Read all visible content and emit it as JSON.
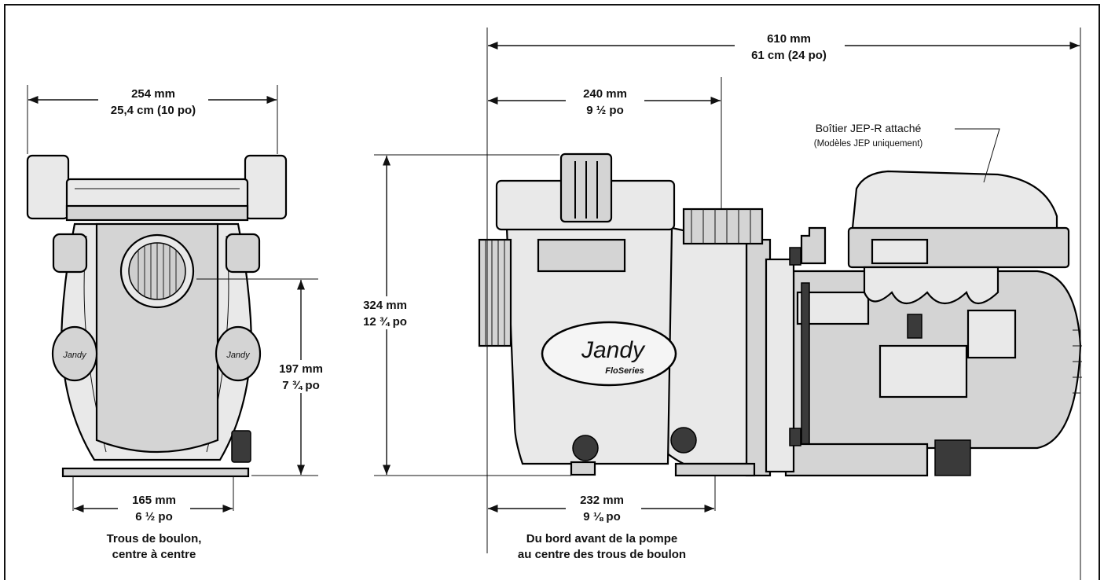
{
  "front_view": {
    "width_dim": {
      "line1": "254 mm",
      "line2": "25,4 cm (10 po)"
    },
    "height_dim": {
      "line1": "197 mm",
      "line2": "7 ¾ po"
    },
    "bolt_dim": {
      "line1": "165 mm",
      "line2": "6 ½ po"
    },
    "bolt_caption": {
      "line1": "Trous de boulon,",
      "line2": "centre à centre"
    }
  },
  "side_view": {
    "total_dim": {
      "line1": "610 mm",
      "line2": "61 cm (24 po)"
    },
    "pot_dim": {
      "line1": "240 mm",
      "line2": "9 ½ po"
    },
    "height_dim": {
      "line1": "324 mm",
      "line2": "12 ¾ po"
    },
    "bolt_dim": {
      "line1": "232 mm",
      "line2": "9 ⅛ po"
    },
    "bolt_caption": {
      "line1": "Du bord avant de la pompe",
      "line2": "au centre des trous de boulon"
    },
    "callout": {
      "line1": "Boîtier JEP-R attaché",
      "line2": "(Modèles JEP uniquement)"
    },
    "brand_logo": {
      "name": "Jandy",
      "series": "FloSeries"
    }
  }
}
